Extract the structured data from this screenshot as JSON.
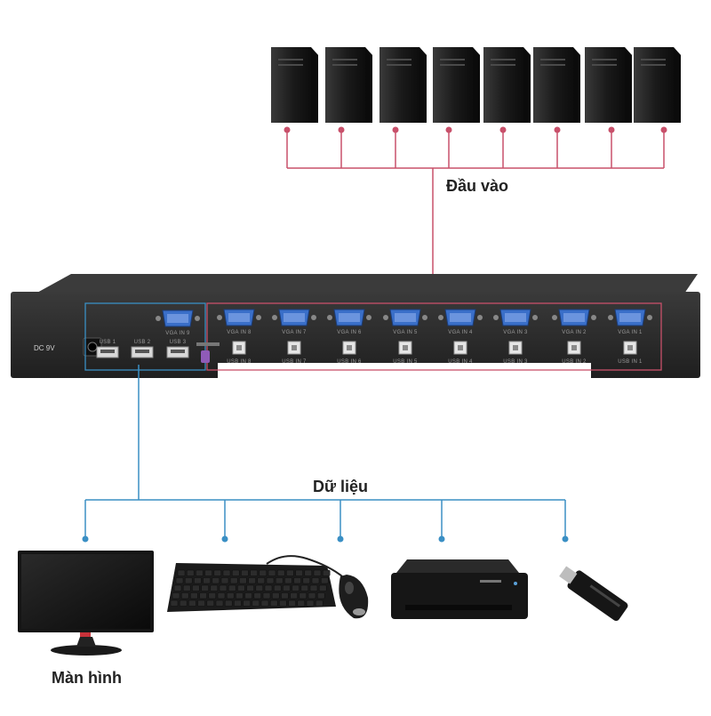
{
  "labels": {
    "inputs": "Đầu vào",
    "data": "Dữ liệu",
    "monitor": "Màn hình"
  },
  "switch_panel": {
    "power": "DC 9V",
    "usb_ports": [
      "USB 1",
      "USB 2",
      "USB 3"
    ],
    "console_vga": "VGA IN 9",
    "vga_inputs": [
      "VGA IN 8",
      "VGA IN 7",
      "VGA IN 6",
      "VGA IN 5",
      "VGA IN 4",
      "VGA IN 3",
      "VGA IN 2",
      "VGA IN 1"
    ],
    "usb_inputs": [
      "USB IN 8",
      "USB IN 7",
      "USB IN 6",
      "USB IN 5",
      "USB IN 4",
      "USB IN 3",
      "USB IN 2",
      "USB IN 1"
    ]
  },
  "computers": {
    "count": 8
  },
  "devices": [
    "monitor",
    "keyboard",
    "mouse",
    "printer",
    "usb-drive"
  ],
  "colors": {
    "input_line": "#c8506a",
    "output_line": "#3a8fc4",
    "device_body": "#1c1c1c",
    "panel": "#2b2b2b"
  }
}
